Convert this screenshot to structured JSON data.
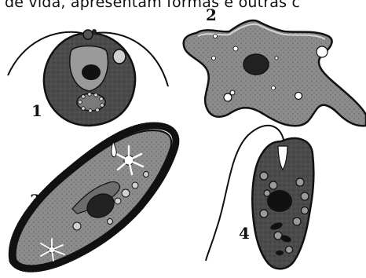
{
  "caption": "de vida, apresentam formas e outras c",
  "figures": [
    {
      "label": "1",
      "icon": "flagellate-giardia-icon"
    },
    {
      "label": "2",
      "icon": "amoeba-icon"
    },
    {
      "label": "3",
      "icon": "paramecium-ciliate-icon"
    },
    {
      "label": "4",
      "icon": "euglena-flagellate-icon"
    }
  ],
  "colors": {
    "cytoplasm_dark": "#4a4a4a",
    "cytoplasm_mid": "#8a8a8a",
    "cytoplasm_light": "#b9b9b9",
    "outline": "#111111"
  }
}
